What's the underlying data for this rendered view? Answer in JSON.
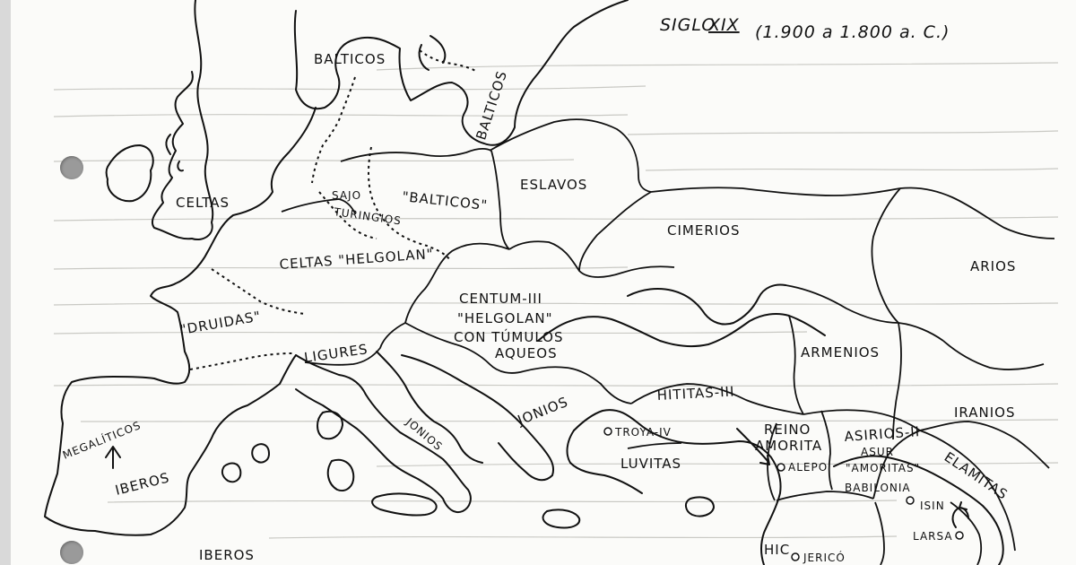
{
  "title": {
    "siglo": "SIGLO",
    "numeral": "XIX",
    "dates": "(1.900 a 1.800 a. C.)"
  },
  "regions": {
    "balticos_north": "BALTICOS",
    "balticos_east": "BALTICOS",
    "eslavos": "ESLAVOS",
    "celtas": "CELTAS",
    "saxo": "SAJO",
    "turingios": "TURINGIOS",
    "balticos_quoted": "\"BALTICOS\"",
    "cimerios": "CIMERIOS",
    "celtas_helgolan": "CELTAS \"HELGOLAN\"",
    "arios": "ARIOS",
    "centum_1": "CENTUM-III",
    "centum_2": "\"HELGOLAN\"",
    "centum_3": "CON TÚMULOS",
    "centum_4": "AQUEOS",
    "druidas": "\"DRUIDAS\"",
    "ligures": "LIGURES",
    "armenios": "ARMENIOS",
    "hititas": "HITITAS-III",
    "jonios_italy": "JONIOS",
    "jonios_greece": "JONIOS",
    "iranios": "IRANIOS",
    "megaliticos": "MEGALÍTICOS",
    "iberos_spain": "IBEROS",
    "luvitas": "LUVITAS",
    "reino_amorita_1": "REINO",
    "reino_amorita_2": "AMORITA",
    "asirios_1": "ASIRIOS-II",
    "amoritas": "\"AMORITAS\"",
    "elamitas": "ELAMITAS",
    "iberos_africa": "IBEROS",
    "hic": "HIC"
  },
  "cities": {
    "troya": "TROYA-IV",
    "alepo": "ALEPO",
    "asur": "ASUR",
    "babilonia": "BABILONIA",
    "isin": "ISIN",
    "larsa": "LARSA",
    "jerico": "JERICÓ"
  },
  "colors": {
    "ink": "#111111",
    "paper": "#fbfbf9",
    "scan_background": "#d9d9d9"
  }
}
